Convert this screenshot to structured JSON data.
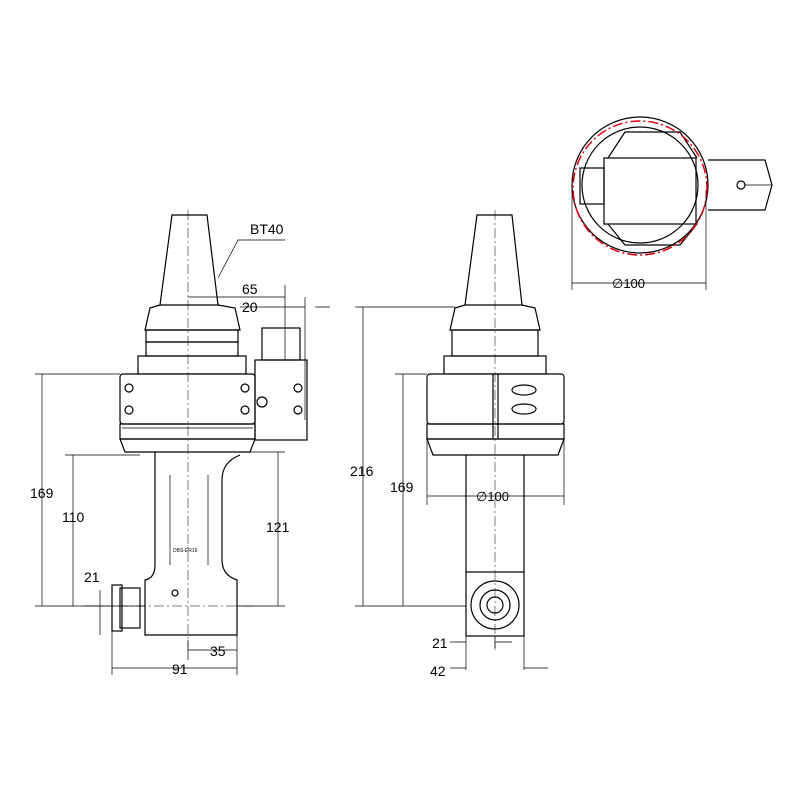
{
  "title": "BT40 angle head dimension drawing",
  "side_view": {
    "taper_label": "BT40",
    "dim_65": "65",
    "dim_20": "20",
    "dim_169": "169",
    "dim_110": "110",
    "dim_121": "121",
    "dim_21": "21",
    "dim_35": "35",
    "dim_91": "91"
  },
  "front_view": {
    "dim_216": "216",
    "dim_169": "169",
    "dim_dia100": "∅100",
    "dim_21": "21",
    "dim_42": "42"
  },
  "top_view": {
    "dim_dia100": "∅100"
  },
  "colors": {
    "line": "#000000",
    "highlight": "#e0000f"
  }
}
